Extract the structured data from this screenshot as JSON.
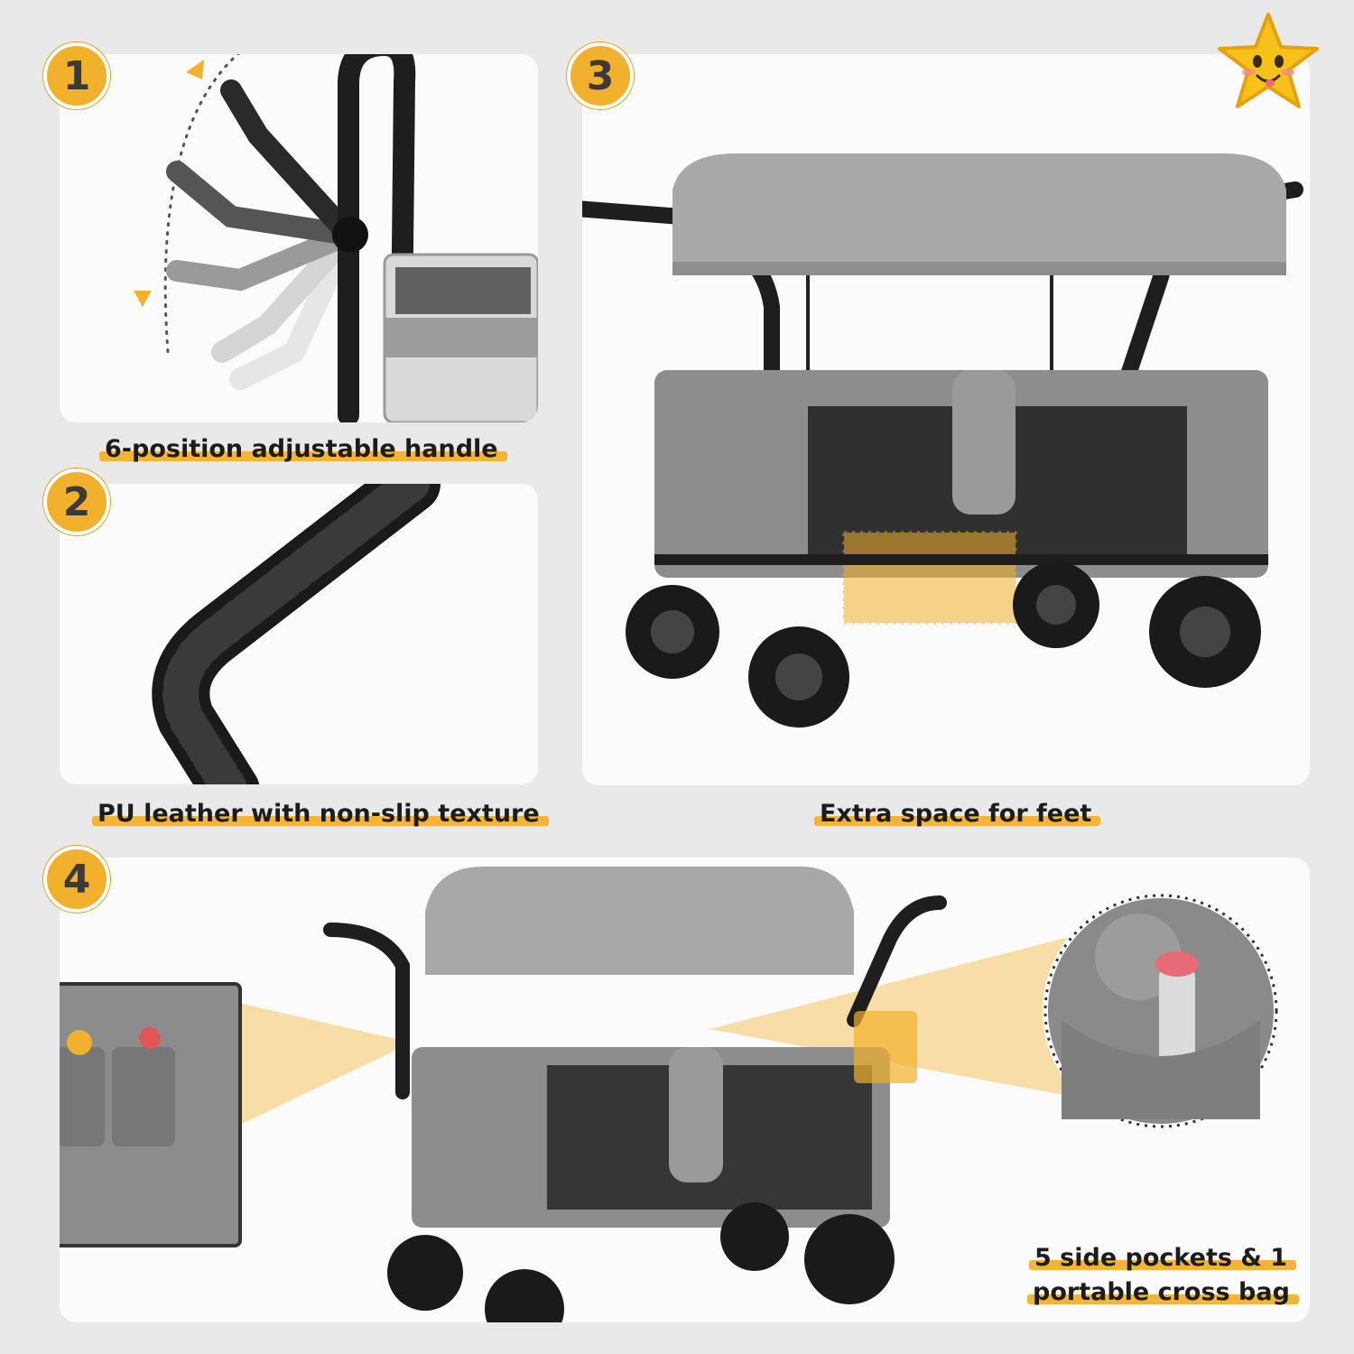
{
  "features": [
    {
      "number": "1",
      "caption": "6-position adjustable handle"
    },
    {
      "number": "2",
      "caption": "PU leather with non-slip texture"
    },
    {
      "number": "3",
      "caption": "Extra space for feet"
    },
    {
      "number": "4",
      "caption_line1": "5 side pockets & 1",
      "caption_line2": "portable cross bag"
    }
  ],
  "colors": {
    "accent": "#f2b12d",
    "fabric": "#8d8d8d",
    "frame": "#1e1e1e",
    "panel": "#fbfbfb",
    "background": "#e9e9e9"
  },
  "icons": {
    "mascot": "star-mascot-icon"
  }
}
